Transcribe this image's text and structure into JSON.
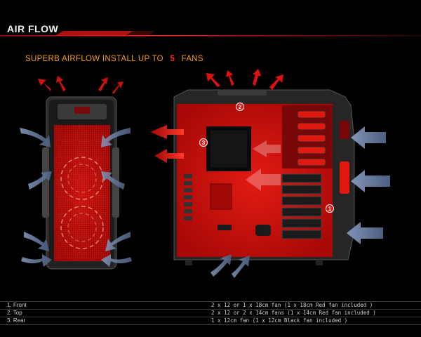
{
  "header": {
    "title": "AIR FLOW"
  },
  "subtitle": {
    "prefix": "SUPERB AIRFLOW INSTALL UP TO",
    "count": "5",
    "suffix": "FANS"
  },
  "markers": {
    "m1": "1",
    "m2": "2",
    "m3": "3"
  },
  "specs": [
    {
      "label": "1. Front",
      "value": "2 x 12 or 1 x 18cm fan (1 x 18cm Red fan included )"
    },
    {
      "label": "2. Top",
      "value": "2 x 12 or 2 x 14cm fans (1 x 14cm Red fan included )"
    },
    {
      "label": "3. Rear",
      "value": "1 x 12cm fan (1 x 12cm Black fan included )"
    }
  ],
  "colors": {
    "accent_red": "#e01010",
    "orange": "#f49a16",
    "blue_arrow": "#5c6f92",
    "case_dark": "#2a2a2a"
  }
}
